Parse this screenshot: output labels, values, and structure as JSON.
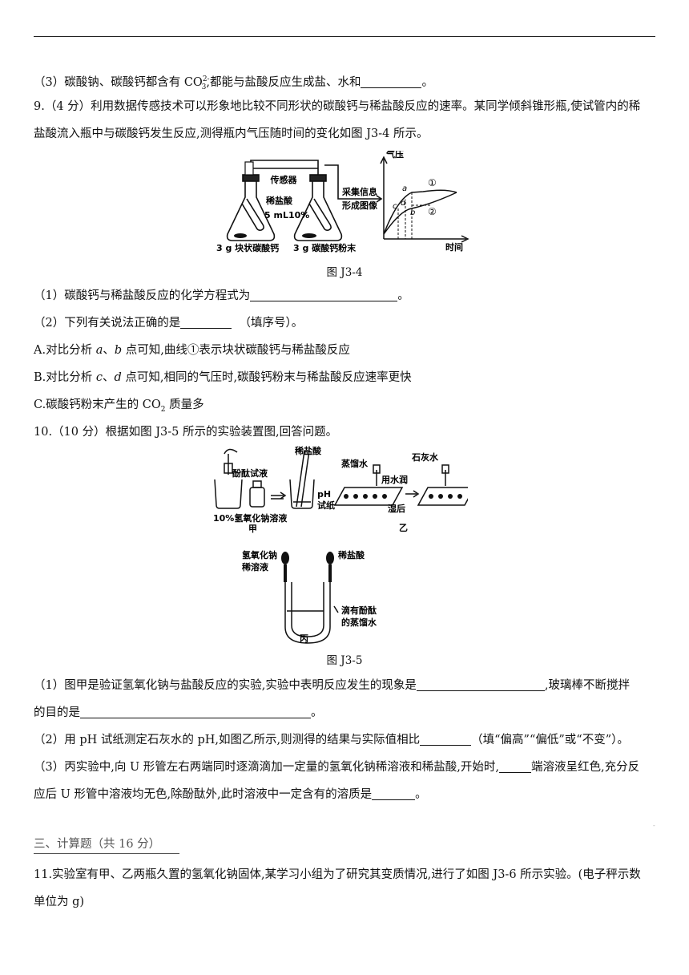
{
  "q8_3": {
    "a": "（3）碳酸钠、碳酸钙都含有 CO",
    "sub": "3",
    "sup": "2-",
    "b": ",都能与盐酸反应生成盐、水和",
    "c": "。"
  },
  "q9": {
    "line1": "9.（4 分）利用数据传感技术可以形象地比较不同形状的碳酸钙与稀盐酸反应的速率。某同学倾斜锥形瓶,使试管内的稀",
    "line2": "盐酸流入瓶中与碳酸钙发生反应,测得瓶内气压随时间的变化如图 J3-4 所示。",
    "fig": {
      "sensor": "传感器",
      "acid": "稀盐酸",
      "acid_vol": "5 mL10%",
      "left_solid": "3 g 块状碳酸钙",
      "right_solid": "3 g 碳酸钙粉末",
      "collect1": "采集信息",
      "collect2": "形成图像",
      "y_label": "气压",
      "x_label": "时间",
      "pt_a": "a",
      "pt_b": "b",
      "pt_c": "c",
      "pt_d": "d",
      "curve1": "①",
      "curve2": "②"
    },
    "caption": "图 J3-4",
    "s1a": "（1）碳酸钙与稀盐酸反应的化学方程式为",
    "s1b": "。",
    "s2a": "（2）下列有关说法正确的是",
    "s2b": "（填序号）。",
    "optA": {
      "a": "A.对比分析 ",
      "v1": "a",
      "m": "、",
      "v2": "b",
      "b": " 点可知,曲线①表示块状碳酸钙与稀盐酸反应"
    },
    "optB": {
      "a": "B.对比分析 ",
      "v1": "c",
      "m": "、",
      "v2": "d",
      "b": " 点可知,相同的气压时,碳酸钙粉末与稀盐酸反应速率更快"
    },
    "optC": {
      "a": "C.碳酸钙粉末产生的 CO",
      "sub": "2",
      "b": " 质量多"
    }
  },
  "q10": {
    "line1": "10.（10 分）根据如图 J3-5 所示的实验装置图,回答问题。",
    "fig": {
      "phenol": "酚酞试液",
      "naoh10": "10%氢氧化钠溶液",
      "jia": "甲",
      "hcl": "稀盐酸",
      "water": "蒸馏水",
      "ph1": "pH",
      "ph2": "试纸",
      "wet1": "用水润",
      "wet2": "湿后",
      "limewater": "石灰水",
      "yi": "乙",
      "naoh_a": "氢氧化钠",
      "naoh_b": "稀溶液",
      "hcl2": "稀盐酸",
      "phw1": "滴有酚酞",
      "phw2": "的蒸馏水",
      "bing": "丙"
    },
    "caption": "图 J3-5",
    "s1a": "（1）图甲是验证氢氧化钠与盐酸反应的实验,实验中表明反应发生的现象是",
    "s1b": ",玻璃棒不断搅拌",
    "s1c": "的目的是",
    "s1d": "。",
    "s2a": "（2）用 pH 试纸测定石灰水的 pH,如图乙所示,则测得的结果与实际值相比",
    "s2b": "（填“偏高”“偏低”或“不变”）。",
    "s3a": "（3）丙实验中,向 U 形管左右两端同时逐滴滴加一定量的氢氧化钠稀溶液和稀盐酸,开始时,",
    "s3b": "端溶液呈红色,充分反",
    "s3c": "应后 U 形管中溶液均无色,除酚酞外,此时溶液中一定含有的溶质是",
    "s3d": "。"
  },
  "sec3": "三、计算题（共 16 分）",
  "q11": {
    "line1": "11.实验室有甲、乙两瓶久置的氢氧化钠固体,某学习小组为了研究其变质情况,进行了如图 J3-6 所示实验。(电子秤示数",
    "line2": "单位为 g)"
  }
}
